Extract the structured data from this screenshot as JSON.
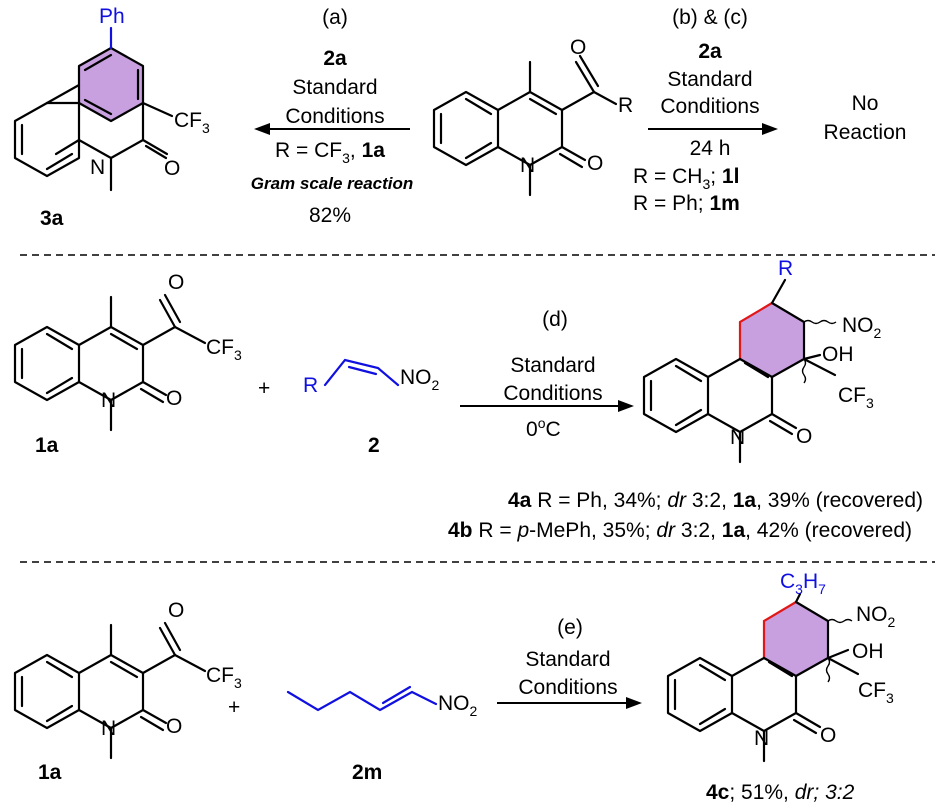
{
  "section_a": {
    "label": "(a)",
    "reagent": "2a",
    "cond1": "Standard",
    "cond2": "Conditions",
    "r_text": "R = CF",
    "r_sub": "3",
    "r_sep": ", ",
    "r_cmpd": "1a",
    "gram": "Gram scale reaction",
    "yield": "82%",
    "product_label": "3a",
    "ph": "Ph",
    "cf3": "CF",
    "cf3_sub": "3",
    "n": "N",
    "o": "O"
  },
  "start": {
    "o": "O",
    "r": "R",
    "n": "N",
    "o2": "O"
  },
  "section_bc": {
    "label": "(b) & (c)",
    "reagent": "2a",
    "cond1": "Standard",
    "cond2": "Conditions",
    "time": "24 h",
    "r1_text": "R = CH",
    "r1_sub": "3",
    "r1_sep": "; ",
    "r1_cmpd": "1l",
    "r2_text": "R = Ph; ",
    "r2_cmpd": "1m",
    "result1": "No",
    "result2": "Reaction"
  },
  "section_d": {
    "label": "(d)",
    "cond1": "Standard",
    "cond2": "Conditions",
    "temp": "0",
    "temp_unit": "o",
    "temp_c": "C",
    "sm_label": "1a",
    "sm_o": "O",
    "sm_cf3": "CF",
    "sm_cf3_sub": "3",
    "sm_n": "N",
    "sm_o2": "O",
    "plus": "+",
    "nitro_r": "R",
    "nitro_no2": "NO",
    "nitro_no2_sub": "2",
    "nitro_label": "2",
    "prod_r": "R",
    "prod_no2": "NO",
    "prod_no2_sub": "2",
    "prod_oh": "OH",
    "prod_cf3": "CF",
    "prod_cf3_sub": "3",
    "prod_n": "N",
    "prod_o": "O",
    "line4a_cmpd": "4a",
    "line4a_text1": " R = Ph, 34%; ",
    "line4a_dr": "dr",
    "line4a_text2": " 3:2, ",
    "line4a_1a": "1a",
    "line4a_text3": ", 39% (recovered)",
    "line4b_cmpd": "4b",
    "line4b_text1": " R = ",
    "line4b_p": "p",
    "line4b_text2": "-MePh, 35%; ",
    "line4b_dr": "dr",
    "line4b_text3": " 3:2, ",
    "line4b_1a": "1a",
    "line4b_text4": ", 42% (recovered)"
  },
  "section_e": {
    "label": "(e)",
    "cond1": "Standard",
    "cond2": "Conditions",
    "sm_label": "1a",
    "sm_o": "O",
    "sm_cf3": "CF",
    "sm_cf3_sub": "3",
    "sm_n": "N",
    "sm_o2": "O",
    "plus": "+",
    "nitro_no2": "NO",
    "nitro_no2_sub": "2",
    "nitro_label": "2m",
    "prod_c3h7_c": "C",
    "prod_c3h7_3": "3",
    "prod_c3h7_h": "H",
    "prod_c3h7_7": "7",
    "prod_no2": "NO",
    "prod_no2_sub": "2",
    "prod_oh": "OH",
    "prod_cf3": "CF",
    "prod_cf3_sub": "3",
    "prod_n": "N",
    "prod_o": "O",
    "result_cmpd": "4c",
    "result_text": "; 51%, ",
    "result_dr": "dr; 3:2"
  },
  "colors": {
    "highlight_ring": "#c8a0e0",
    "blue": "#1010e0",
    "red": "#e01818"
  }
}
